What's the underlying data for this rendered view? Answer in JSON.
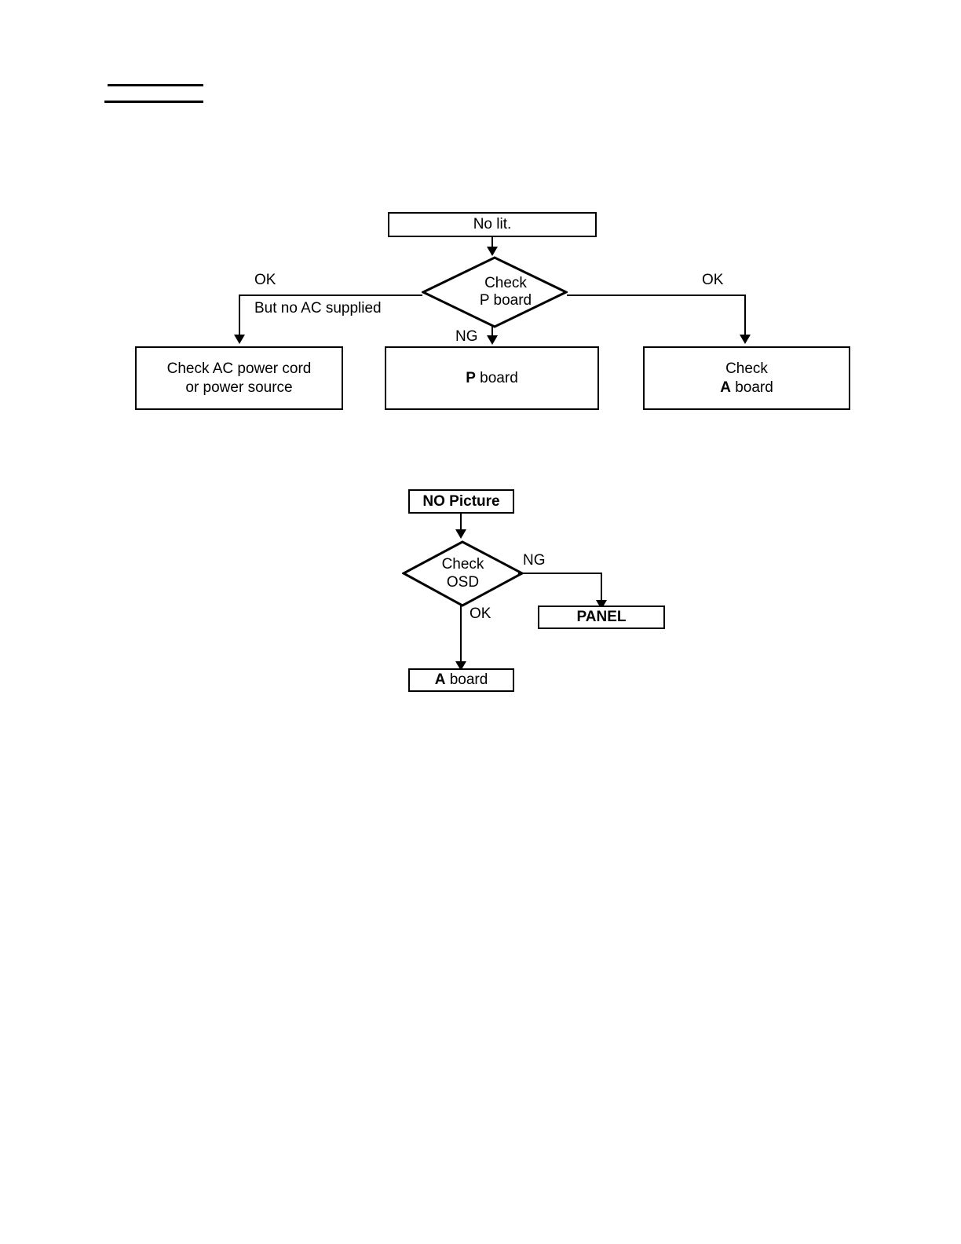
{
  "document": {
    "heading_placeholder": "",
    "type": "troubleshooting-flowchart"
  },
  "flowcharts": [
    {
      "id": "no-lit",
      "start": {
        "label": "No lit."
      },
      "decision": {
        "line1": "Check",
        "line2": "P board"
      },
      "branches": [
        {
          "result": "OK",
          "note": "But no AC supplied",
          "direction": "left"
        },
        {
          "result": "NG",
          "note": "",
          "direction": "down"
        },
        {
          "result": "OK",
          "note": "",
          "direction": "right"
        }
      ],
      "outcomes": [
        {
          "line1": "Check AC power cord",
          "line2": "or power source",
          "bold_prefix": ""
        },
        {
          "line1": "",
          "line2": "board",
          "bold_prefix": "P"
        },
        {
          "line1": "Check",
          "line2": "board",
          "bold_prefix": "A"
        }
      ]
    },
    {
      "id": "no-picture",
      "start": {
        "label": "NO Picture"
      },
      "decision": {
        "line1": "Check",
        "line2": "OSD"
      },
      "branches": [
        {
          "result": "NG",
          "note": "",
          "direction": "right"
        },
        {
          "result": "OK",
          "note": "",
          "direction": "down"
        }
      ],
      "outcomes": [
        {
          "line1": "",
          "line2": "",
          "bold_prefix": "PANEL"
        },
        {
          "line1": "",
          "line2": "board",
          "bold_prefix": "A"
        }
      ]
    }
  ],
  "colors": {
    "stroke": "#000000",
    "fill": "#ffffff",
    "text": "#000000"
  }
}
